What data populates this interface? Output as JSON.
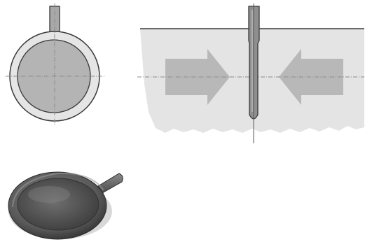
{
  "figure": {
    "panels": [
      {
        "id": "top-view-diagram",
        "icon": "disc-with-stem-top-view"
      },
      {
        "id": "section-view-diagram",
        "icon": "probe-in-fluid-with-pressure-arrows"
      },
      {
        "id": "device-photo",
        "icon": "photo-disc-sensor-with-handle"
      }
    ],
    "colors": {
      "ring_fill": "#e5e5e5",
      "disc_fill": "#b4b4b4",
      "outline": "#3a3a3a",
      "fluid_fill": "#e4e4e4",
      "arrow_fill": "#b8b8b8",
      "probe_fill": "#8f8f8f",
      "centerline": "#8c8c8c",
      "photo_dark": "#4a4a4a",
      "photo_light": "#8a8a8a"
    }
  }
}
